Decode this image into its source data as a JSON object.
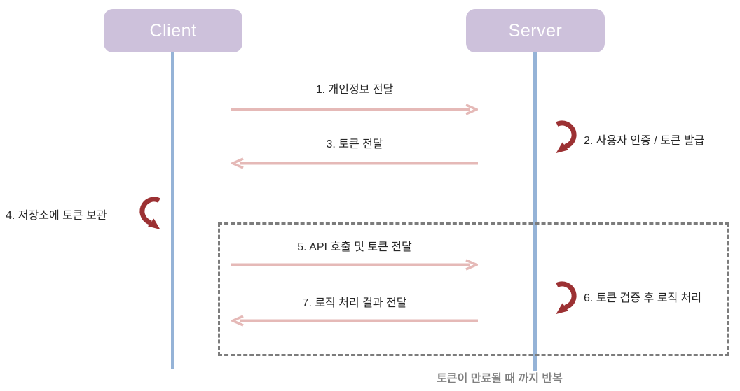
{
  "diagram_type": "sequence-diagram",
  "actors": [
    {
      "label": "Client"
    },
    {
      "label": "Server"
    }
  ],
  "messages": [
    {
      "label": "1. 개인정보 전달",
      "type": "message",
      "direction": "right",
      "from": "Client",
      "to": "Server",
      "in_loop": false
    },
    {
      "label": "2. 사용자 인증 / 토큰 발급",
      "type": "self-action",
      "actor": "Server",
      "in_loop": false
    },
    {
      "label": "3. 토큰 전달",
      "type": "message",
      "direction": "left",
      "from": "Server",
      "to": "Client",
      "in_loop": false
    },
    {
      "label": "4. 저장소에 토큰 보관",
      "type": "self-action",
      "actor": "Client",
      "in_loop": false
    },
    {
      "label": "5. API 호출 및 토큰 전달",
      "type": "message",
      "direction": "right",
      "from": "Client",
      "to": "Server",
      "in_loop": true
    },
    {
      "label": "6. 토큰 검증 후 로직 처리",
      "type": "self-action",
      "actor": "Server",
      "in_loop": true
    },
    {
      "label": "7. 로직 처리 결과 전달",
      "type": "message",
      "direction": "left",
      "from": "Server",
      "to": "Client",
      "in_loop": true
    }
  ],
  "loop": {
    "caption": "토큰이 만료될 때 까지 반복"
  },
  "colors": {
    "actor_fill": "#cdc1db",
    "actor_text": "#ffffff",
    "lifeline": "#95b3d7",
    "message_arrow": "#e5b9b7",
    "self_arrow": "#9c3133",
    "loop_border": "#7c7c7c",
    "caption_text": "#7f7f7f",
    "label_text": "#262626",
    "background": "#ffffff"
  }
}
